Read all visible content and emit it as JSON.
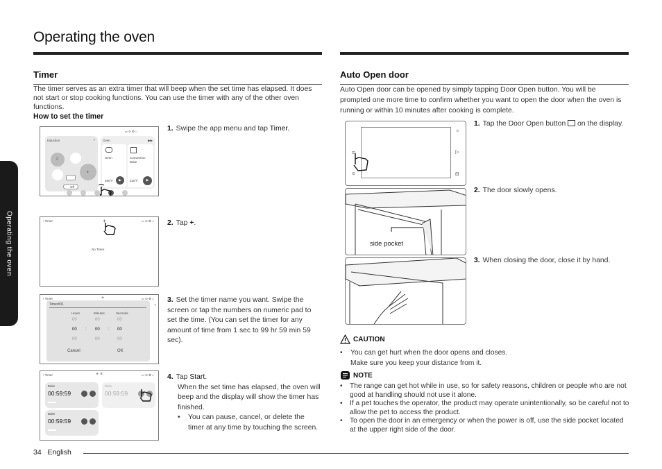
{
  "page": {
    "title": "Operating the oven",
    "side_tab": "Operating the oven",
    "page_number": "34",
    "language": "English"
  },
  "timer": {
    "heading": "Timer",
    "intro": "The timer serves as an extra timer that will beep when the set time has elapsed. It does not start or stop cooking functions. You can use the timer with any of the other oven functions.",
    "how_to": "How to set the timer",
    "steps": [
      {
        "num": "1.",
        "text_a": "Swipe the app menu and tap ",
        "bold": "Timer",
        "text_b": "."
      },
      {
        "num": "2.",
        "text_a": "Tap ",
        "bold": "+",
        "text_b": "."
      },
      {
        "num": "3.",
        "text": "Set the timer name you want. Swipe the screen or tap the numbers on numeric pad to set the time. (You can set the timer for any amount of time from 1 sec to 99 hr 59 min 59 sec)."
      },
      {
        "num": "4.",
        "text_a": "Tap ",
        "bold": "Start",
        "text_b": ".",
        "detail": "When the set time has elapsed, the oven will beep and the display will show the timer has finished.",
        "bullet": "You can pause, cancel, or delete the timer at any time by touching the screen."
      }
    ],
    "screen1": {
      "card1": "Induction",
      "card2": "Oven",
      "oven": "Oven",
      "convection": "Convection Bake",
      "temp1": "350°F",
      "temp2": "325°F",
      "toggle": "Off",
      "zone": "2",
      "zone2": "9"
    },
    "screen2": {
      "header": "Timer",
      "empty": "No Timer"
    },
    "screen3": {
      "header": "Timer",
      "name": "Timer#01",
      "col1": "Hours",
      "col2": "Minutes",
      "col3": "Seconds",
      "v": "00",
      "cancel": "Cancel",
      "ok": "OK"
    },
    "screen4": {
      "header": "Timer",
      "label": "Bake",
      "time": "00:59:59"
    }
  },
  "auto_open": {
    "heading": "Auto Open door",
    "intro": "Auto Open door can be opened by simply tapping Door Open button. You will be prompted one more time to confirm whether you want to open the door when the oven is running or within 10 minutes after cooking is complete.",
    "steps": [
      {
        "num": "1.",
        "text_a": "Tap the Door Open button ",
        "text_b": " on the display."
      },
      {
        "num": "2.",
        "text": "The door slowly opens."
      },
      {
        "num": "3.",
        "text": "When closing the door, close it by hand."
      }
    ],
    "side_pocket_label": "side pocket",
    "caution": {
      "label": "CAUTION",
      "items": [
        "You can get hurt when the door opens and closes.",
        "Make sure you keep your distance from it."
      ]
    },
    "note": {
      "label": "NOTE",
      "items": [
        "The range can get hot while in use, so for safety reasons, children or people who are not good at handling should not use it alone.",
        "If a pet touches the operator, the product may operate unintentionally, so be careful not to allow the pet to access the product.",
        "To open the door in an emergency or when the power is off, use the side pocket located at the upper right side of the door."
      ]
    }
  }
}
